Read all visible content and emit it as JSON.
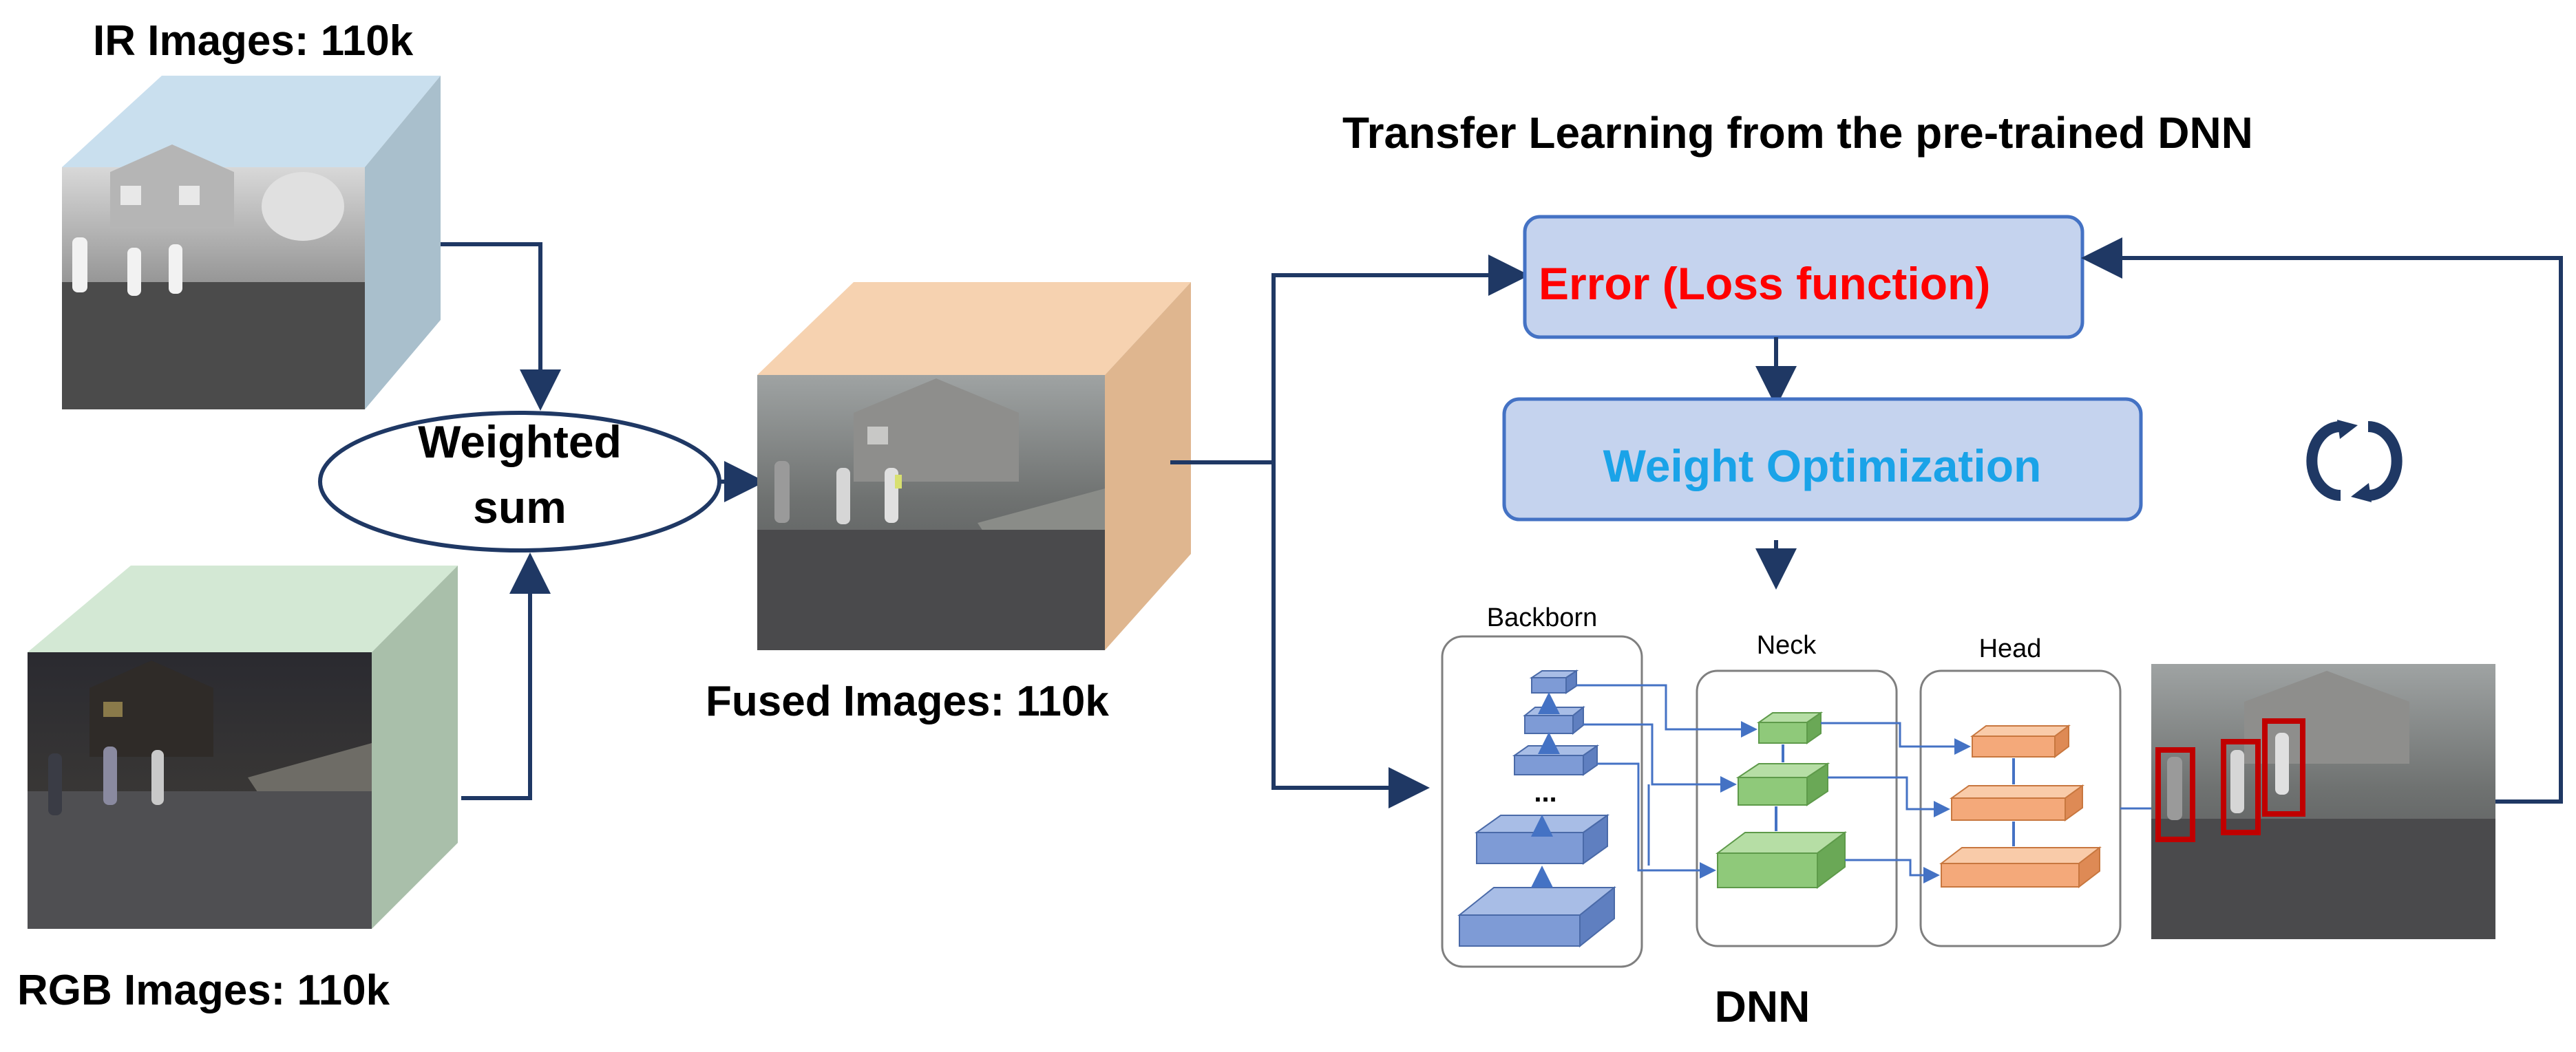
{
  "labels": {
    "ir_images": "IR Images: 110k",
    "rgb_images": "RGB Images: 110k",
    "fused_images": "Fused Images: 110k",
    "weighted_sum_line1": "Weighted",
    "weighted_sum_line2": "sum",
    "transfer_title": "Transfer Learning from the pre-trained DNN",
    "error_box": "Error (Loss function)",
    "weight_opt_box": "Weight Optimization",
    "backbone": "Backborn",
    "neck": "Neck",
    "head": "Head",
    "ellipsis": "...",
    "dnn": "DNN"
  },
  "colors": {
    "arrow": "#1f3864",
    "ir_cube": "#c9dfee",
    "rgb_cube": "#d3e8d4",
    "fused_cube": "#f6d2b0",
    "process_box_fill": "#c5d3ee",
    "process_box_border": "#4472c4",
    "error_text": "#ff0000",
    "weight_opt_text": "#1aa3e8",
    "backbone_layer": "#7e9bd6",
    "neck_layer": "#8fc97a",
    "head_layer": "#f4a97a",
    "detection_box": "#c00000"
  },
  "icons": {
    "refresh": "refresh-icon"
  }
}
